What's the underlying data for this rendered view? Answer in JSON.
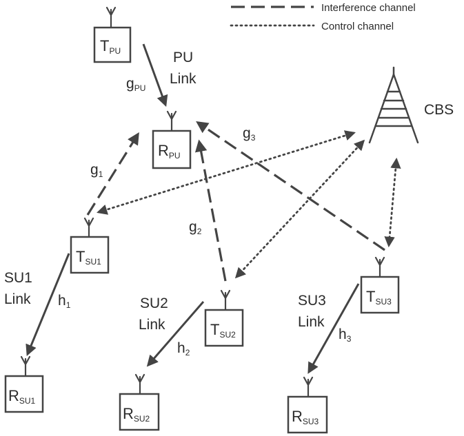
{
  "legend": {
    "interference": "Interference channel",
    "control": "Control channel"
  },
  "nodes": {
    "t_pu": {
      "main": "T",
      "sub": "PU"
    },
    "r_pu": {
      "main": "R",
      "sub": "PU"
    },
    "t_su1": {
      "main": "T",
      "sub": "SU1"
    },
    "r_su1": {
      "main": "R",
      "sub": "SU1"
    },
    "t_su2": {
      "main": "T",
      "sub": "SU2"
    },
    "r_su2": {
      "main": "R",
      "sub": "SU2"
    },
    "t_su3": {
      "main": "T",
      "sub": "SU3"
    },
    "r_su3": {
      "main": "R",
      "sub": "SU3"
    }
  },
  "cbs": {
    "label": "CBS"
  },
  "links": {
    "pu": {
      "line1": "PU",
      "line2": "Link"
    },
    "su1": {
      "line1": "SU1",
      "line2": "Link"
    },
    "su2": {
      "line1": "SU2",
      "line2": "Link"
    },
    "su3": {
      "line1": "SU3",
      "line2": "Link"
    }
  },
  "gains": {
    "g_pu": {
      "main": "g",
      "sub": "PU"
    },
    "g1": {
      "main": "g",
      "sub": "1"
    },
    "g2": {
      "main": "g",
      "sub": "2"
    },
    "g3": {
      "main": "g",
      "sub": "3"
    },
    "h1": {
      "main": "h",
      "sub": "1"
    },
    "h2": {
      "main": "h",
      "sub": "2"
    },
    "h3": {
      "main": "h",
      "sub": "3"
    }
  }
}
